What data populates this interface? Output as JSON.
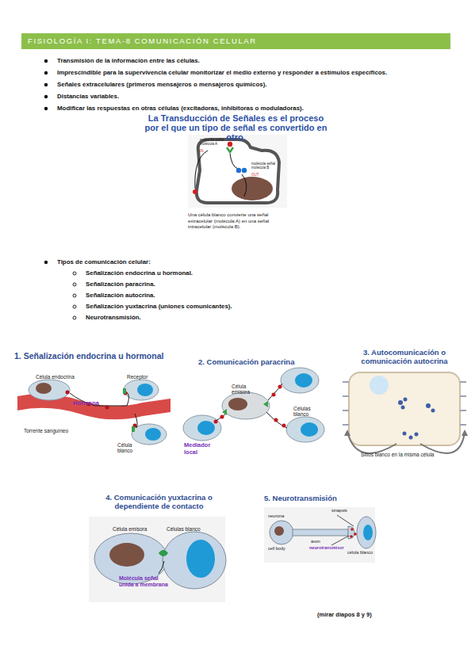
{
  "diagram": {
    "title": "FISIOLOGÍA I: TEMA-8 COMUNICACIÓN CELULAR",
    "nodes": [
      {
        "text": [
          "La Transducción de Señales es el proceso por el que un tipo de señal es convertido en otro.",
          "Una célula blanco convierte una señal extracelular (molécula A) en una señal intracelular (molécula B)."
        ]
      },
      {
        "text": [
          "1. Señalización endocrina u hormonal"
        ]
      },
      {
        "text": [
          "2. Comunicación paracrina"
        ]
      },
      {
        "text": [
          "3. Autocomunicación o comunicación autocrina"
        ]
      },
      {
        "text": [
          "4. Comunicación yuxtacrina o dependiente de contacto"
        ]
      },
      {
        "text": [
          "5. Neurotransmisión"
        ]
      }
    ],
    "labels": [
      "Transmisión de la información entre las células.",
      "Imprescindible para la supervivencia celular monitorizar el medio externo y responder a estímulos específicos.",
      "Señales extracelulares (primeros mensajeros o mensajeros químicos).",
      "Distancias variables.",
      "Modificar las respuestas en otras células (excitadoras, inhibitoras o moduladoras).",
      "molécula señal molécula A",
      "IN",
      "molécula señal molécula B",
      "OUT",
      "Tipos de comunicación celular:",
      "Señalización endocrina u hormonal.",
      "Señalización paracrina.",
      "Señalización autocrina.",
      "Señalización yuxtacrina (uniones comunicantes).",
      "Neurotransmisión.",
      "Célula endocrina",
      "Receptor",
      "Hormona",
      "Torrente sanguíneo",
      "Célula blanco",
      "Célula emisora",
      "Células blanco",
      "Mediador local",
      "Sitios blanco en la misma célula",
      "Célula emisora",
      "Células blanco",
      "Molécula señal unida a membrana",
      "neurona",
      "sinapsis",
      "cell body",
      "axon",
      "neurotransmisor",
      "célula blanco",
      "(mirar diapos 8 y 9)"
    ]
  }
}
